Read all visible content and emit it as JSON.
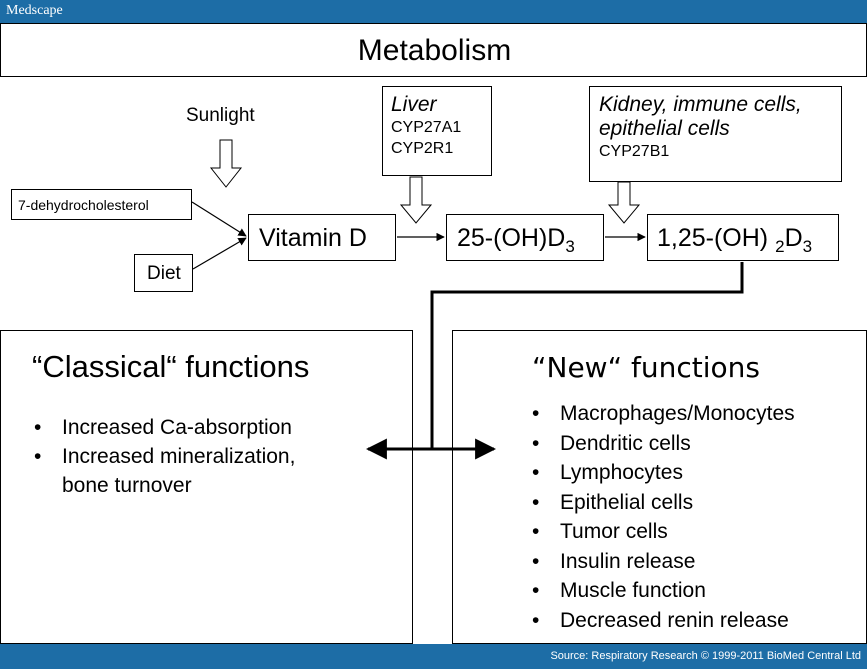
{
  "header": {
    "brand": "Medscape"
  },
  "title": "Metabolism",
  "pathway": {
    "sunlight": "Sunlight",
    "liver": {
      "organ": "Liver",
      "enzymes": [
        "CYP27A1",
        "CYP2R1"
      ]
    },
    "kidney": {
      "organs_line1": "Kidney, immune cells,",
      "organs_line2": "epithelial cells",
      "enzymes": [
        "CYP27B1"
      ]
    },
    "sources": [
      "7-dehydrocholesterol",
      "Diet"
    ],
    "vitamin_d": "Vitamin D",
    "oh25": {
      "base": "25-(OH)D",
      "sub": "3"
    },
    "oh125": {
      "base": "1,25-(OH) ",
      "sub1": "2",
      "mid": "D",
      "sub2": "3"
    }
  },
  "classical": {
    "title": "“Classical“ functions",
    "items": [
      "Increased Ca-absorption",
      "Increased mineralization,",
      "bone turnover"
    ]
  },
  "new_functions": {
    "title": "“New“ functions",
    "items": [
      "Macrophages/Monocytes",
      "Dendritic cells",
      "Lymphocytes",
      "Epithelial cells",
      "Tumor cells",
      "Insulin release",
      "Muscle function",
      "Decreased renin release"
    ]
  },
  "footer": {
    "source": "Source: Respiratory Research © 1999-2011 BioMed Central Ltd"
  }
}
